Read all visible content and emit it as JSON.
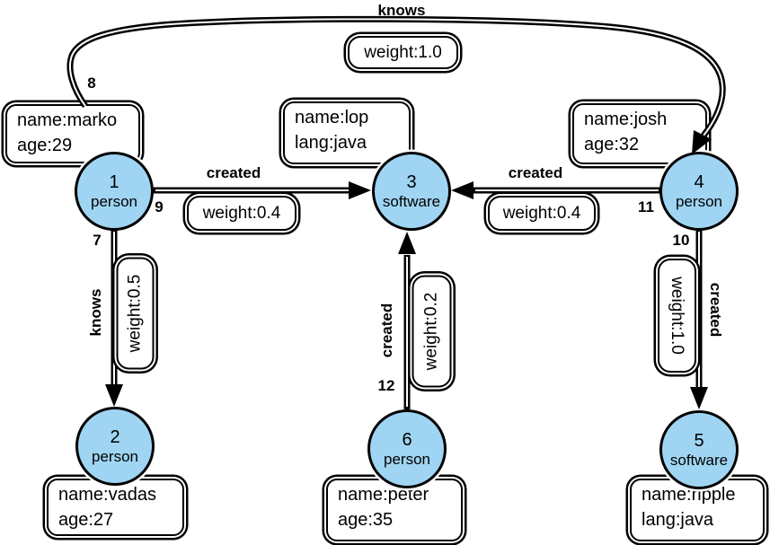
{
  "colors": {
    "node_fill": "#9fd5f2",
    "stroke": "#000000",
    "box_fill": "#ffffff"
  },
  "nodes": [
    {
      "id": "1",
      "type": "person",
      "props": [
        "name:marko",
        "age:29"
      ]
    },
    {
      "id": "2",
      "type": "person",
      "props": [
        "name:vadas",
        "age:27"
      ]
    },
    {
      "id": "3",
      "type": "software",
      "props": [
        "name:lop",
        "lang:java"
      ]
    },
    {
      "id": "4",
      "type": "person",
      "props": [
        "name:josh",
        "age:32"
      ]
    },
    {
      "id": "5",
      "type": "software",
      "props": [
        "name:ripple",
        "lang:java"
      ]
    },
    {
      "id": "6",
      "type": "person",
      "props": [
        "name:peter",
        "age:35"
      ]
    }
  ],
  "edges": [
    {
      "id": "8",
      "label": "knows",
      "weight": "weight:1.0",
      "from": "1",
      "to": "4"
    },
    {
      "id": "9",
      "label": "created",
      "weight": "weight:0.4",
      "from": "1",
      "to": "3"
    },
    {
      "id": "11",
      "label": "created",
      "weight": "weight:0.4",
      "from": "4",
      "to": "3"
    },
    {
      "id": "7",
      "label": "knows",
      "weight": "weight:0.5",
      "from": "1",
      "to": "2"
    },
    {
      "id": "12",
      "label": "created",
      "weight": "weight:0.2",
      "from": "6",
      "to": "3"
    },
    {
      "id": "10",
      "label": "created",
      "weight": "weight:1.0",
      "from": "4",
      "to": "5"
    }
  ]
}
